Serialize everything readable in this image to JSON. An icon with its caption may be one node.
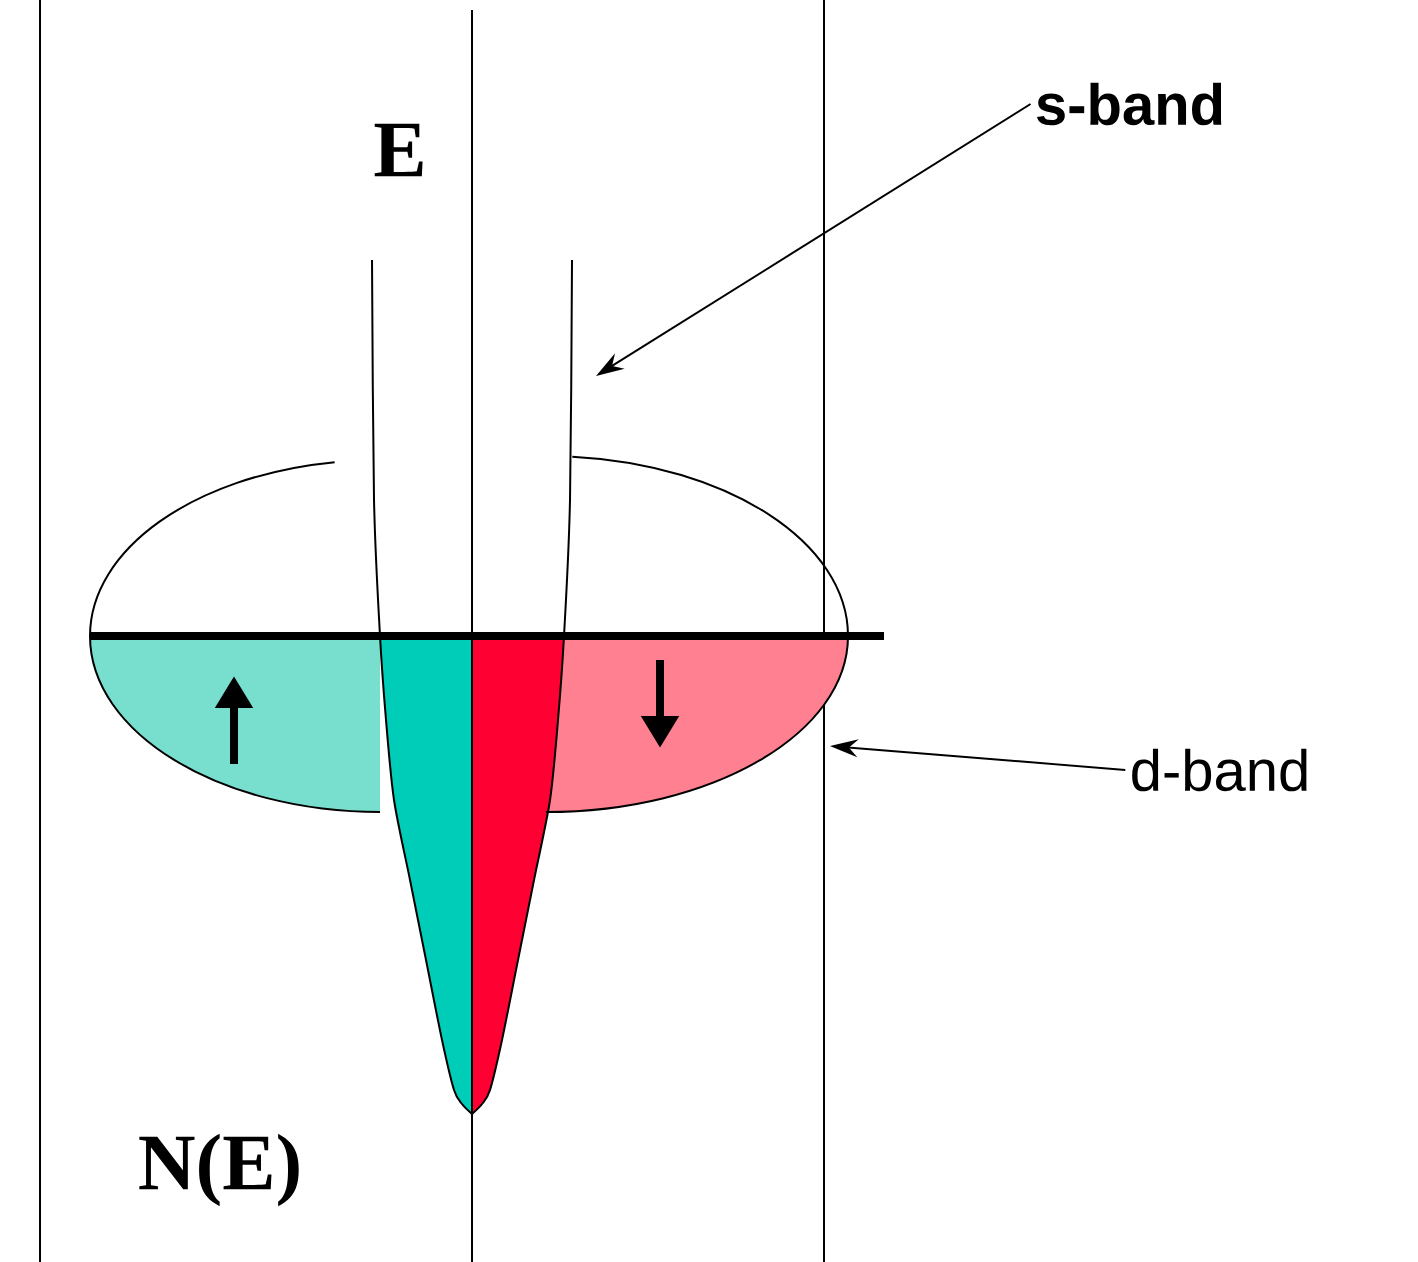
{
  "diagram": {
    "nodes": [
      {
        "text": [
          "s-band"
        ]
      },
      {
        "text": [
          "d-band"
        ]
      }
    ],
    "edges": [
      {
        "from": 0,
        "to": null,
        "arrow": "to"
      },
      {
        "from": 1,
        "to": null,
        "arrow": "to"
      }
    ],
    "labels": [
      "E",
      "N(E)"
    ]
  }
}
